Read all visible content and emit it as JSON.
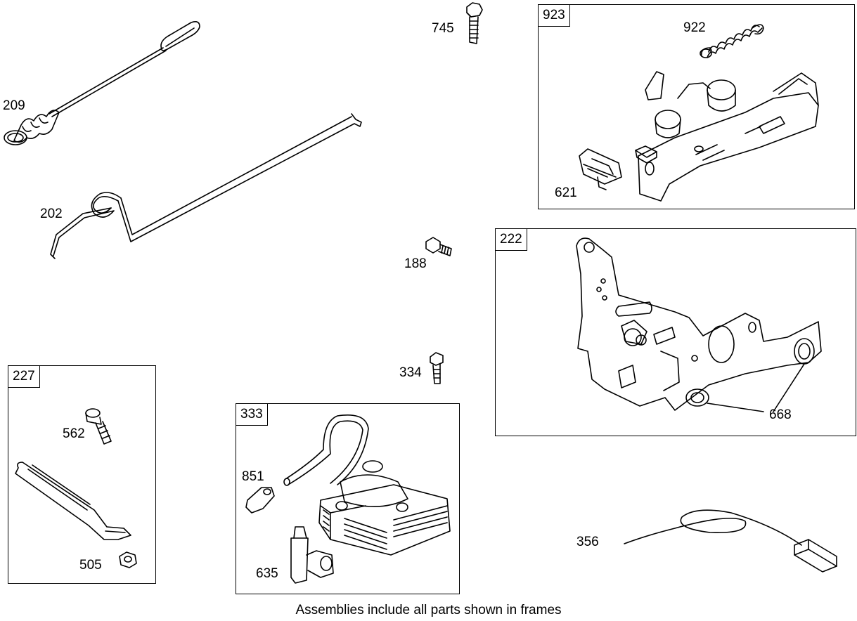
{
  "caption": "Assemblies include all parts shown in frames",
  "frames": {
    "f923": "923",
    "f222": "222",
    "f227": "227",
    "f333": "333"
  },
  "parts": {
    "p745": "745",
    "p922": "922",
    "p621": "621",
    "p209": "209",
    "p202": "202",
    "p188": "188",
    "p334": "334",
    "p668": "668",
    "p562": "562",
    "p505": "505",
    "p851": "851",
    "p635": "635",
    "p356": "356"
  }
}
